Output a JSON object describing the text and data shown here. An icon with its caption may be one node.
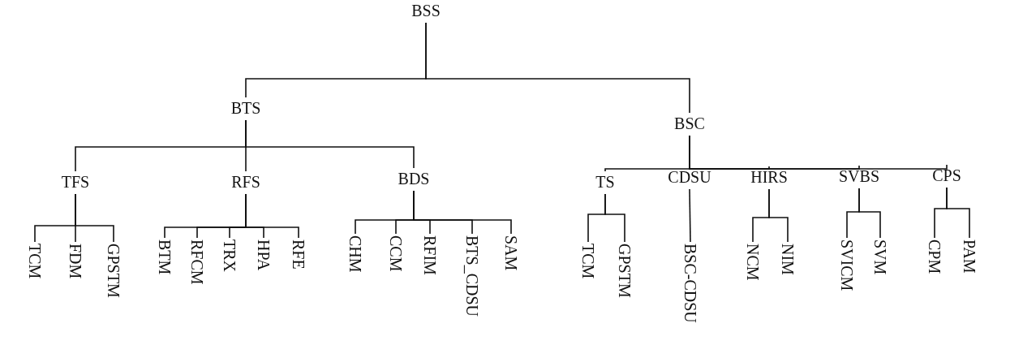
{
  "diagram": {
    "nodes": [
      {
        "text": [
          "BSS"
        ]
      },
      {
        "text": [
          "BTS"
        ]
      },
      {
        "text": [
          "BSC"
        ]
      },
      {
        "text": [
          "TFS"
        ]
      },
      {
        "text": [
          "RFS"
        ]
      },
      {
        "text": [
          "BDS"
        ]
      },
      {
        "text": [
          "TS"
        ]
      },
      {
        "text": [
          "CDSU"
        ]
      },
      {
        "text": [
          "HIRS"
        ]
      },
      {
        "text": [
          "SVBS"
        ]
      },
      {
        "text": [
          "CPS"
        ]
      },
      {
        "text": [
          "TCM"
        ]
      },
      {
        "text": [
          "FDM"
        ]
      },
      {
        "text": [
          "GPSTM"
        ]
      },
      {
        "text": [
          "BTM"
        ]
      },
      {
        "text": [
          "RFCM"
        ]
      },
      {
        "text": [
          "TRX"
        ]
      },
      {
        "text": [
          "HPA"
        ]
      },
      {
        "text": [
          "RFE"
        ]
      },
      {
        "text": [
          "CHM"
        ]
      },
      {
        "text": [
          "CCM"
        ]
      },
      {
        "text": [
          "RFIM"
        ]
      },
      {
        "text": [
          "BTS_CDSU"
        ]
      },
      {
        "text": [
          "SAM"
        ]
      },
      {
        "text": [
          "TCM"
        ]
      },
      {
        "text": [
          "GPSTM"
        ]
      },
      {
        "text": [
          "BSC-CDSU"
        ]
      },
      {
        "text": [
          "NCM"
        ]
      },
      {
        "text": [
          "NIM"
        ]
      },
      {
        "text": [
          "SVICM"
        ]
      },
      {
        "text": [
          "SVM"
        ]
      },
      {
        "text": [
          "CPM"
        ]
      },
      {
        "text": [
          "PAM"
        ]
      }
    ],
    "edges": [
      {
        "from": 0,
        "to": 1,
        "arrow": "none"
      },
      {
        "from": 0,
        "to": 2,
        "arrow": "none"
      },
      {
        "from": 1,
        "to": 3,
        "arrow": "none"
      },
      {
        "from": 1,
        "to": 4,
        "arrow": "none"
      },
      {
        "from": 1,
        "to": 5,
        "arrow": "none"
      },
      {
        "from": 2,
        "to": 6,
        "arrow": "none"
      },
      {
        "from": 2,
        "to": 7,
        "arrow": "none"
      },
      {
        "from": 2,
        "to": 8,
        "arrow": "none"
      },
      {
        "from": 2,
        "to": 9,
        "arrow": "none"
      },
      {
        "from": 2,
        "to": 10,
        "arrow": "none"
      },
      {
        "from": 3,
        "to": 11,
        "arrow": "none"
      },
      {
        "from": 3,
        "to": 12,
        "arrow": "none"
      },
      {
        "from": 3,
        "to": 13,
        "arrow": "none"
      },
      {
        "from": 4,
        "to": 14,
        "arrow": "none"
      },
      {
        "from": 4,
        "to": 15,
        "arrow": "none"
      },
      {
        "from": 4,
        "to": 16,
        "arrow": "none"
      },
      {
        "from": 4,
        "to": 17,
        "arrow": "none"
      },
      {
        "from": 4,
        "to": 18,
        "arrow": "none"
      },
      {
        "from": 5,
        "to": 19,
        "arrow": "none"
      },
      {
        "from": 5,
        "to": 20,
        "arrow": "none"
      },
      {
        "from": 5,
        "to": 21,
        "arrow": "none"
      },
      {
        "from": 5,
        "to": 22,
        "arrow": "none"
      },
      {
        "from": 5,
        "to": 23,
        "arrow": "none"
      },
      {
        "from": 6,
        "to": 24,
        "arrow": "none"
      },
      {
        "from": 6,
        "to": 25,
        "arrow": "none"
      },
      {
        "from": 7,
        "to": 26,
        "arrow": "none"
      },
      {
        "from": 8,
        "to": 27,
        "arrow": "none"
      },
      {
        "from": 8,
        "to": 28,
        "arrow": "none"
      },
      {
        "from": 9,
        "to": 29,
        "arrow": "none"
      },
      {
        "from": 9,
        "to": 30,
        "arrow": "none"
      },
      {
        "from": 10,
        "to": 31,
        "arrow": "none"
      },
      {
        "from": 10,
        "to": 32,
        "arrow": "none"
      }
    ]
  }
}
